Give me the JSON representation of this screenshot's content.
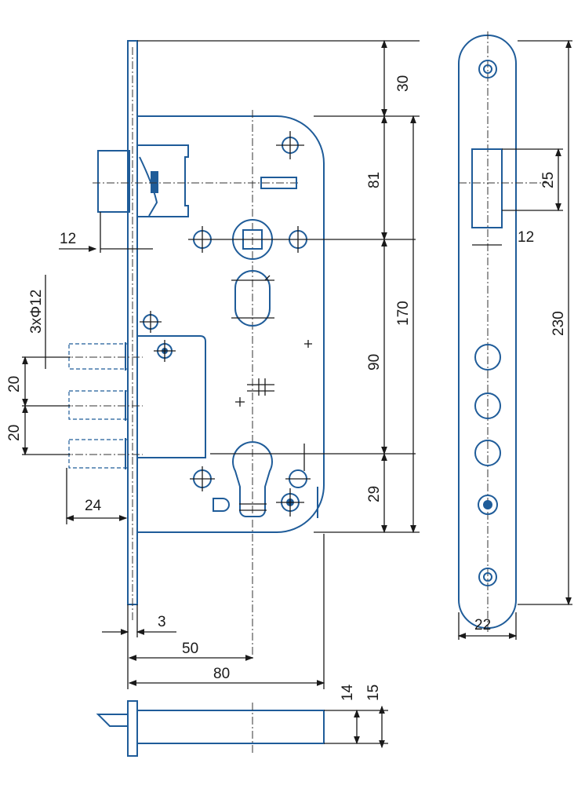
{
  "dimensions": {
    "top_to_case": "30",
    "case_to_follower": "81",
    "follower_to_cylinder": "90",
    "cylinder_to_bottom": "29",
    "case_height": "170",
    "latch_projection": "12",
    "bolt_diameter": "3xΦ12",
    "bolt_spacing_1": "20",
    "bolt_spacing_2": "20",
    "bolt_projection": "24",
    "plate_thickness": "3",
    "backset": "50",
    "case_depth": "80",
    "case_thickness": "14",
    "total_thickness": "15",
    "strike_latch_height": "25",
    "strike_latch_depth": "12",
    "strike_length": "230",
    "strike_width": "22"
  }
}
